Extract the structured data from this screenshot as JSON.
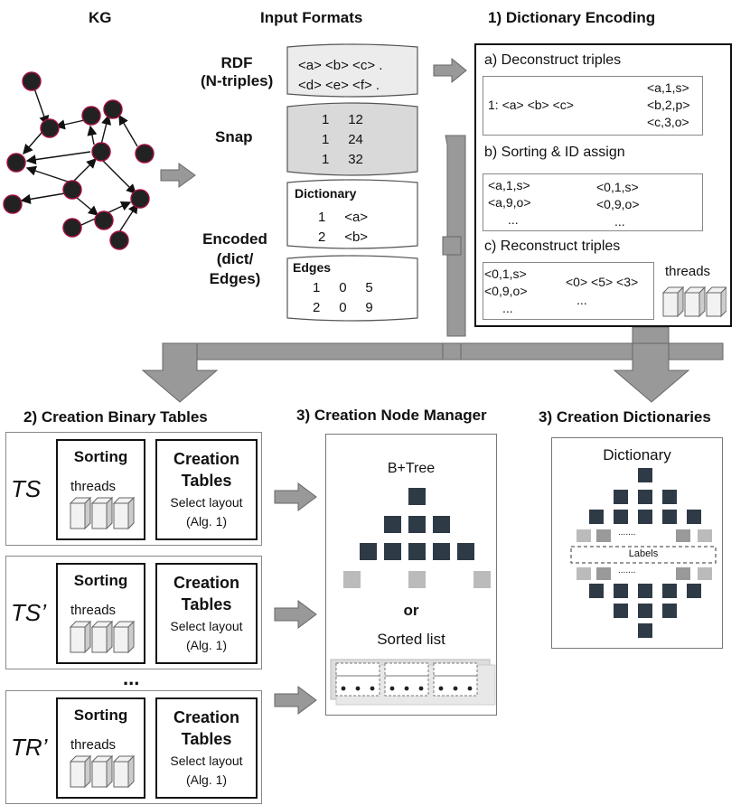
{
  "headers": {
    "kg": "KG",
    "input_formats": "Input Formats",
    "dict_encoding": "1) Dictionary Encoding",
    "binary_tables": "2) Creation Binary Tables",
    "node_manager": "3) Creation Node Manager",
    "dictionaries": "3) Creation Dictionaries"
  },
  "formats": {
    "rdf_label_1": "RDF",
    "rdf_label_2": "(N-triples)",
    "rdf_line_1": "<a> <b> <c> .",
    "rdf_line_2": "<d> <e> <f> .",
    "snap_label": "Snap",
    "snap_rows": [
      [
        "1",
        "12"
      ],
      [
        "1",
        "24"
      ],
      [
        "1",
        "32"
      ]
    ],
    "encoded_label_1": "Encoded",
    "encoded_label_2": "(dict/",
    "encoded_label_3": "Edges)",
    "dict_title": "Dictionary",
    "dict_rows": [
      [
        "1",
        "<a>"
      ],
      [
        "2",
        "<b>"
      ]
    ],
    "edges_title": "Edges",
    "edges_rows": [
      [
        "1",
        "0",
        "5"
      ],
      [
        "2",
        "0",
        "9"
      ]
    ]
  },
  "encoding": {
    "a_title": "a) Deconstruct triples",
    "a_input": "1: <a> <b> <c>",
    "a_out": [
      "<a,1,s>",
      "<b,2,p>",
      "<c,3,o>"
    ],
    "b_title": "b) Sorting & ID assign",
    "b_in": [
      "<a,1,s>",
      "<a,9,o>",
      "..."
    ],
    "b_out": [
      "<0,1,s>",
      "<0,9,o>",
      "..."
    ],
    "c_title": "c) Reconstruct triples",
    "c_in": [
      "<0,1,s>",
      "<0,9,o>",
      "..."
    ],
    "c_out": [
      "<0> <5> <3>",
      "..."
    ],
    "threads": "threads"
  },
  "tables": {
    "rows": [
      {
        "name": "TS"
      },
      {
        "name": "TS’"
      },
      {
        "name": "TR’"
      }
    ],
    "sorting": "Sorting",
    "threads": "threads",
    "creation_1": "Creation",
    "creation_2": "Tables",
    "select_1": "Select layout",
    "select_2": "(Alg. 1)",
    "ellipsis": "..."
  },
  "node_manager": {
    "btree": "B+Tree",
    "or": "or",
    "sorted_list": "Sorted list"
  },
  "dictionary": {
    "title": "Dictionary",
    "labels": "Labels",
    "dots": "......."
  }
}
